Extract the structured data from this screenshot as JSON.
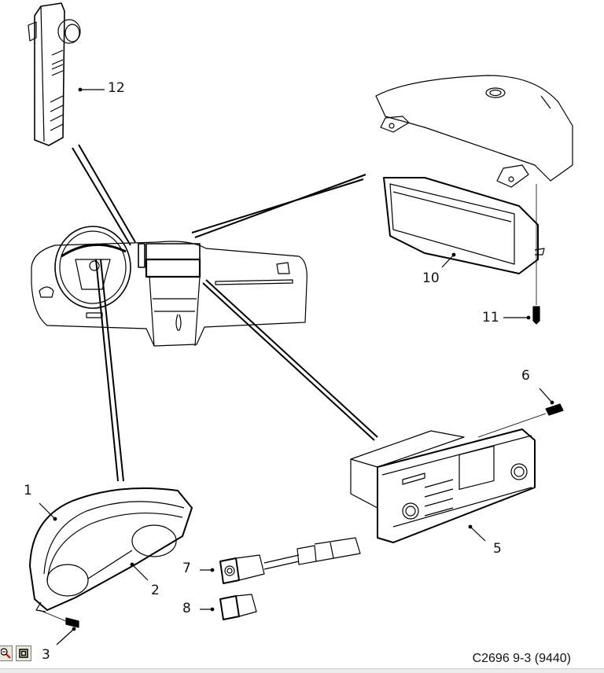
{
  "figure": {
    "caption": "C2696 9-3 (9440)",
    "subject": "instrument panel / dashboard components exploded view"
  },
  "callouts": [
    {
      "id": "1",
      "label": "1"
    },
    {
      "id": "2",
      "label": "2"
    },
    {
      "id": "3",
      "label": "3"
    },
    {
      "id": "5",
      "label": "5"
    },
    {
      "id": "6",
      "label": "6"
    },
    {
      "id": "7",
      "label": "7"
    },
    {
      "id": "8",
      "label": "8"
    },
    {
      "id": "10",
      "label": "10"
    },
    {
      "id": "11",
      "label": "11"
    },
    {
      "id": "12",
      "label": "12"
    }
  ],
  "parts": {
    "p1": "instrument cluster housing",
    "p2": "instrument cluster",
    "p3": "screw",
    "p5": "climate control / audio unit",
    "p6": "screw",
    "p7": "connector with cable",
    "p8": "blanking cover",
    "p10": "information display",
    "p11": "screw",
    "p12": "light switch panel",
    "dash": "dashboard overview"
  },
  "toolbar": {
    "zoom_icon": "magnifier-zoom-icon",
    "fit_icon": "fit-frame-icon"
  },
  "colors": {
    "line": "#000000",
    "background": "#ffffff",
    "toolbar_bg": "#ece9d8"
  }
}
